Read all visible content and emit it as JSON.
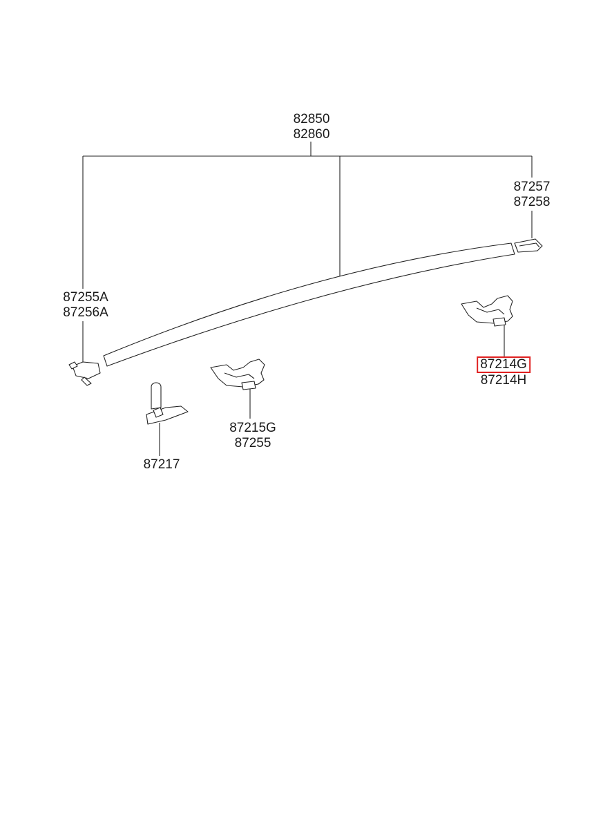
{
  "callouts": {
    "molding": {
      "line1": "82850",
      "line2": "82860"
    },
    "end_cap_right": {
      "line1": "87257",
      "line2": "87258"
    },
    "end_cap_left": {
      "line1": "87255A",
      "line2": "87256A"
    },
    "clip_right": {
      "line1": "87214G",
      "line2": "87214H",
      "highlighted": "87214G"
    },
    "clip_center": {
      "line1": "87215G",
      "line2": "87255"
    },
    "pin_clip": {
      "line1": "87217"
    }
  },
  "colors": {
    "highlight": "#e02020",
    "line": "#222222",
    "background": "#ffffff"
  }
}
